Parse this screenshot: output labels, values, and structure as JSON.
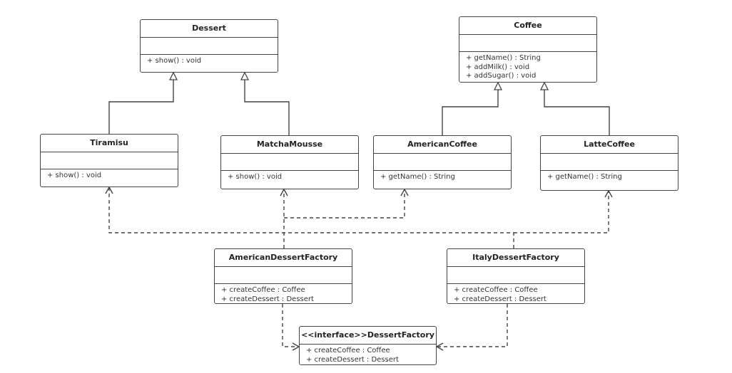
{
  "classes": {
    "dessert": {
      "name": "Dessert",
      "ops": [
        "+ show() : void"
      ]
    },
    "coffee": {
      "name": "Coffee",
      "ops": [
        "+ getName() : String",
        "+ addMilk() : void",
        "+ addSugar() : void"
      ]
    },
    "tiramisu": {
      "name": "Tiramisu",
      "ops": [
        "+ show() : void"
      ]
    },
    "matcha": {
      "name": "MatchaMousse",
      "ops": [
        "+ show() : void"
      ]
    },
    "american": {
      "name": "AmericanCoffee",
      "ops": [
        "+ getName() : String"
      ]
    },
    "latte": {
      "name": "LatteCoffee",
      "ops": [
        "+ getName() : String"
      ]
    },
    "amFactory": {
      "name": "AmericanDessertFactory",
      "ops": [
        "+ createCoffee : Coffee",
        "+ createDessert : Dessert"
      ]
    },
    "itFactory": {
      "name": "ItalyDessertFactory",
      "ops": [
        "+ createCoffee : Coffee",
        "+ createDessert : Dessert"
      ]
    },
    "iface": {
      "name": "<<interface>>DessertFactory",
      "ops": [
        "+ createCoffee : Coffee",
        "+ createDessert : Dessert"
      ]
    }
  },
  "colors": {
    "line": "#444444",
    "border": "#444444",
    "text": "#222222"
  }
}
